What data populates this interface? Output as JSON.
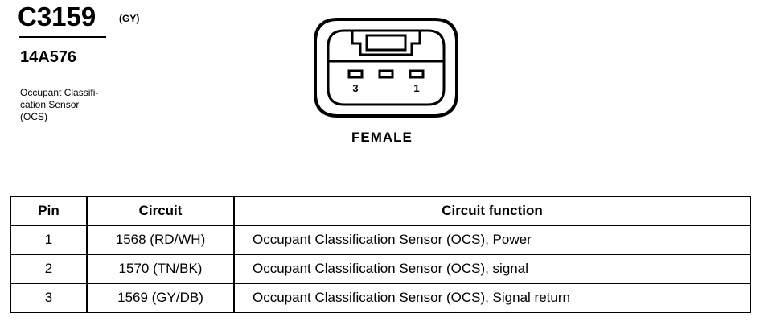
{
  "connector": {
    "id": "C3159",
    "color_code": "(GY)",
    "part_number": "14A576",
    "description": "Occupant Classifi-\ncation Sensor\n(OCS)",
    "gender": "FEMALE",
    "pin_labels": [
      "3",
      "1"
    ]
  },
  "table": {
    "headers": [
      "Pin",
      "Circuit",
      "Circuit function"
    ],
    "rows": [
      {
        "pin": "1",
        "circuit": "1568 (RD/WH)",
        "function": "Occupant Classification Sensor (OCS), Power"
      },
      {
        "pin": "2",
        "circuit": "1570 (TN/BK)",
        "function": "Occupant Classification Sensor (OCS), signal"
      },
      {
        "pin": "3",
        "circuit": "1569 (GY/DB)",
        "function": "Occupant Classification Sensor (OCS), Signal return"
      }
    ]
  }
}
